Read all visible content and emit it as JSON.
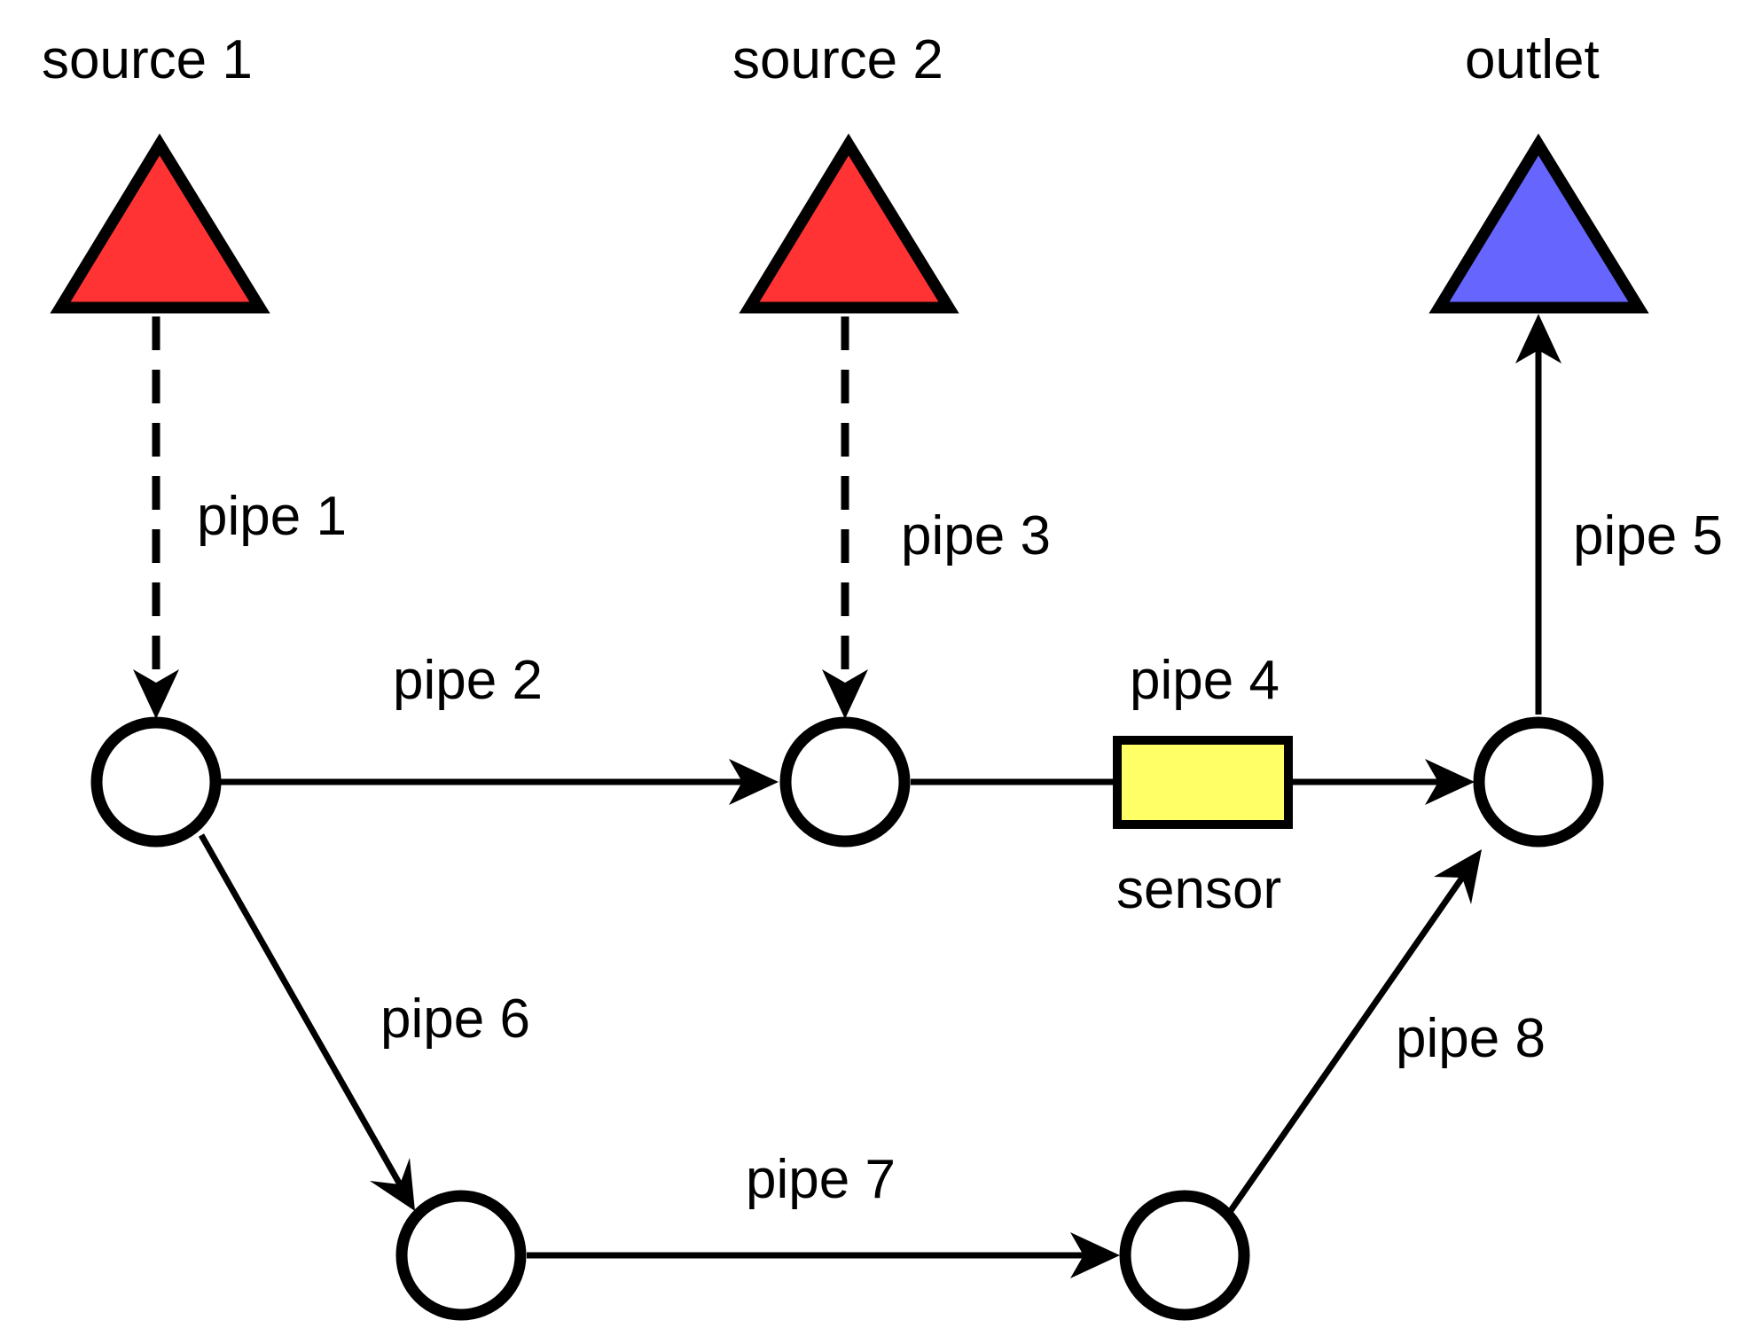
{
  "labels": {
    "source1": "source 1",
    "source2": "source 2",
    "outlet": "outlet",
    "pipe1": "pipe 1",
    "pipe2": "pipe 2",
    "pipe3": "pipe 3",
    "pipe4": "pipe 4",
    "pipe5": "pipe 5",
    "pipe6": "pipe 6",
    "pipe7": "pipe 7",
    "pipe8": "pipe 8",
    "sensor": "sensor"
  },
  "colors": {
    "source": "#ff3333",
    "outlet": "#6666ff",
    "sensor": "#ffff66",
    "line": "#000000",
    "node_fill": "#ffffff"
  },
  "pipe_styles": {
    "pipe1": "dashed",
    "pipe3": "dashed",
    "pipe2": "solid",
    "pipe4": "solid",
    "pipe5": "solid",
    "pipe6": "solid",
    "pipe7": "solid",
    "pipe8": "solid"
  }
}
